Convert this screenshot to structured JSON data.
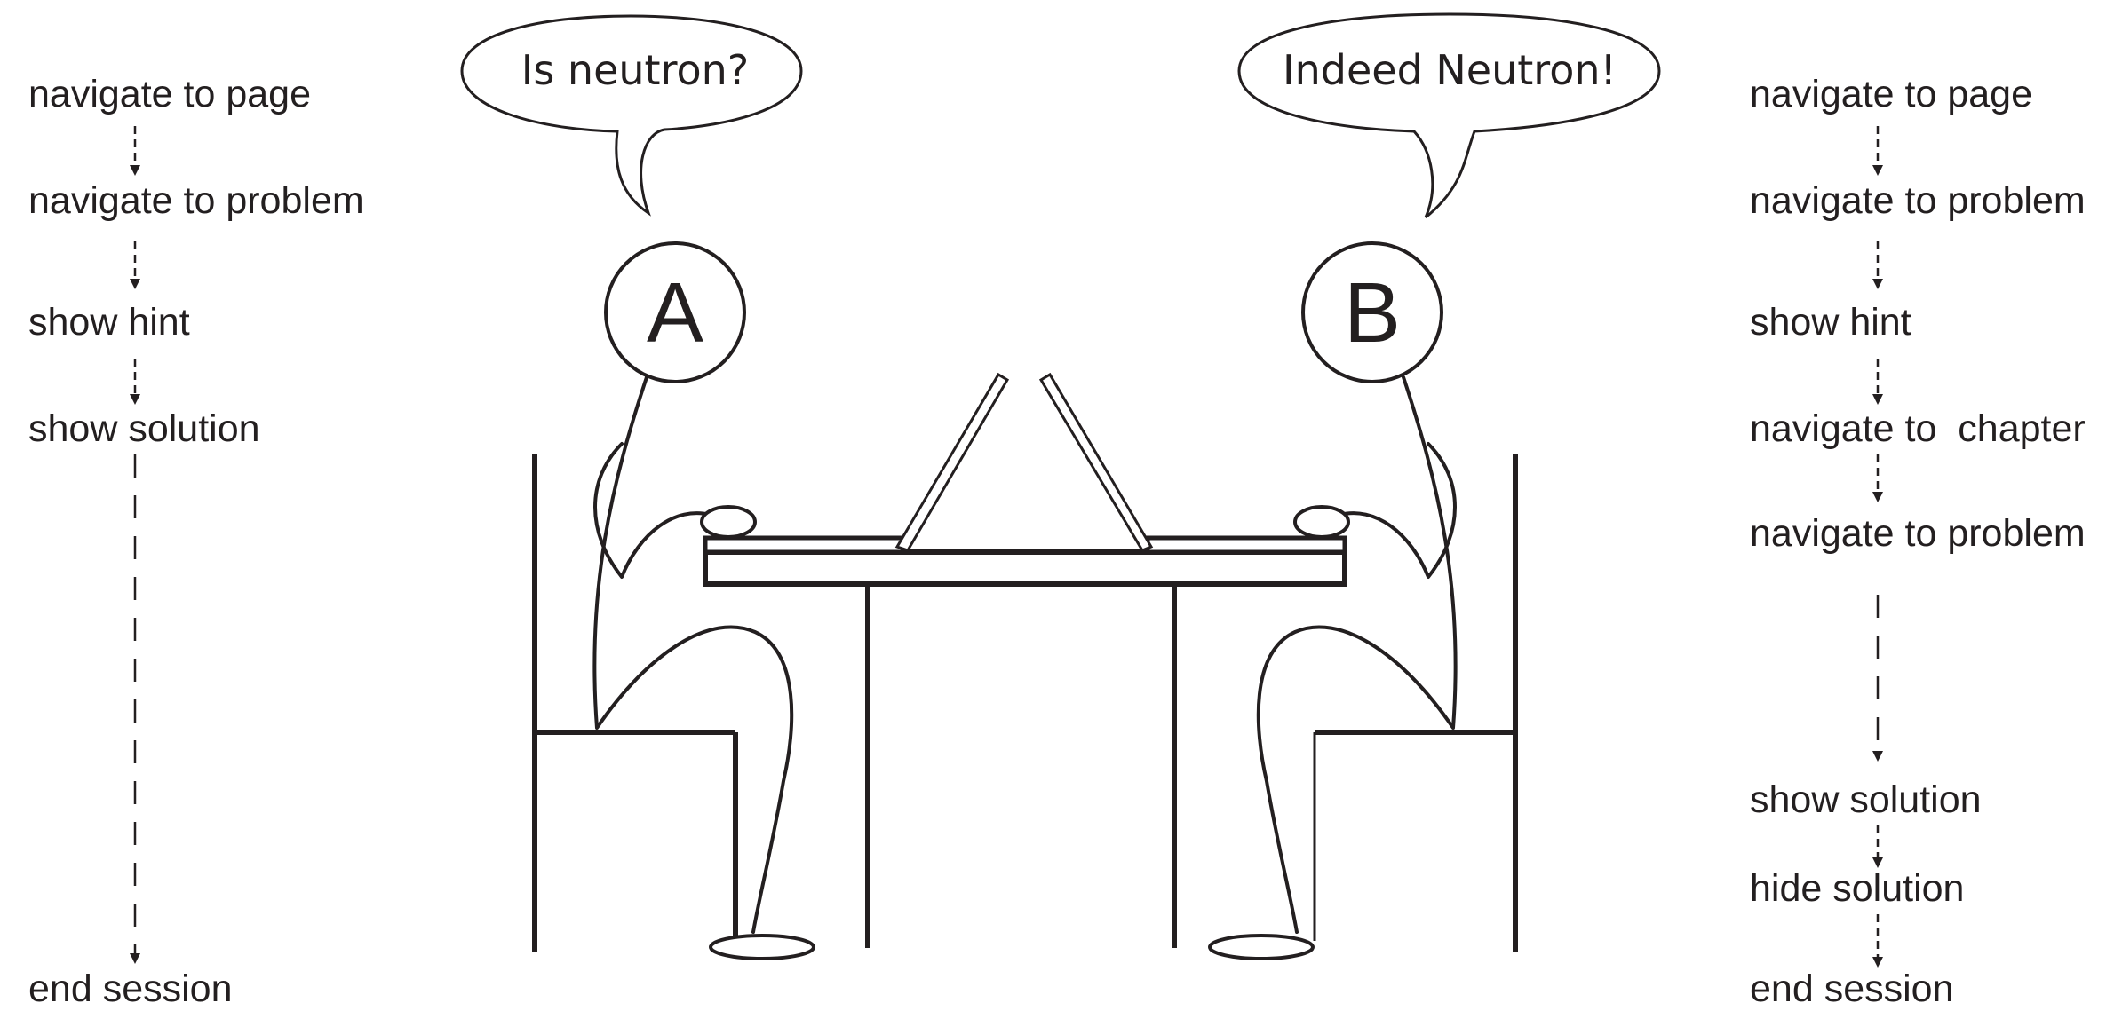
{
  "left_sequence": {
    "steps": [
      "navigate to page",
      "navigate to problem",
      "show hint",
      "show solution",
      "end session"
    ]
  },
  "right_sequence": {
    "steps": [
      "navigate to page",
      "navigate to problem",
      "show hint",
      "navigate to  chapter",
      "navigate to problem",
      "show solution",
      "hide solution",
      "end session"
    ]
  },
  "person_a": {
    "label": "A",
    "speech": "Is neutron?"
  },
  "person_b": {
    "label": "B",
    "speech": "Indeed Neutron!"
  },
  "colors": {
    "ink": "#231f20",
    "background": "#ffffff"
  }
}
